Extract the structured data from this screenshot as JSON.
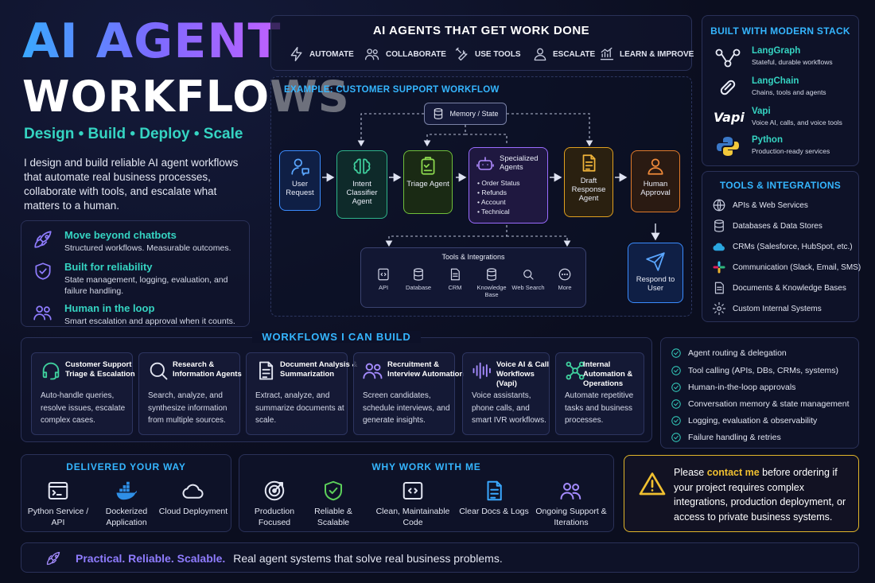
{
  "hero": {
    "title_line1": "AI AGENT",
    "title_line2": "WORKFLOWS",
    "tagline": "Design • Build • Deploy • Scale",
    "description": "I design and build reliable AI agent workflows that automate real business processes, collaborate with tools, and escalate what matters to a human."
  },
  "features": [
    {
      "title": "Move beyond chatbots",
      "desc": "Structured workflows. Measurable outcomes.",
      "icon": "rocket-icon"
    },
    {
      "title": "Built for reliability",
      "desc": "State management, logging, evaluation, and failure handling.",
      "icon": "shield-check-icon"
    },
    {
      "title": "Human in the loop",
      "desc": "Smart escalation and approval when it counts.",
      "icon": "users-icon"
    }
  ],
  "top_banner": {
    "title": "AI AGENTS THAT GET WORK DONE",
    "items": [
      {
        "label": "AUTOMATE",
        "icon": "lightning-icon"
      },
      {
        "label": "COLLABORATE",
        "icon": "users-icon"
      },
      {
        "label": "USE TOOLS",
        "icon": "tools-icon"
      },
      {
        "label": "ESCALATE",
        "icon": "person-icon"
      },
      {
        "label": "LEARN & IMPROVE",
        "icon": "trend-icon"
      }
    ]
  },
  "workflow": {
    "title": "EXAMPLE: CUSTOMER SUPPORT WORKFLOW",
    "memory": "Memory / State",
    "nodes": {
      "user_request": "User Request",
      "intent": "Intent Classifier Agent",
      "triage": "Triage Agent",
      "specialized_title": "Specialized Agents",
      "specialized_items": [
        "• Order Status",
        "• Refunds",
        "• Account",
        "• Technical"
      ],
      "draft": "Draft Response Agent",
      "human": "Human Approval",
      "respond": "Respond to User"
    },
    "tools_title": "Tools & Integrations",
    "tools": [
      "API",
      "Database",
      "CRM",
      "Knowledge Base",
      "Web Search",
      "More"
    ]
  },
  "stack": {
    "title": "BUILT WITH MODERN STACK",
    "items": [
      {
        "name": "LangGraph",
        "desc": "Stateful, durable workflows"
      },
      {
        "name": "LangChain",
        "desc": "Chains, tools and agents"
      },
      {
        "name": "Vapi",
        "desc": "Voice AI, calls, and voice tools",
        "logo_text": "Vapi"
      },
      {
        "name": "Python",
        "desc": "Production-ready services"
      }
    ]
  },
  "tools_integrations": {
    "title": "TOOLS & INTEGRATIONS",
    "items": [
      "APIs & Web Services",
      "Databases & Data Stores",
      "CRMs (Salesforce, HubSpot, etc.)",
      "Communication (Slack, Email, SMS)",
      "Documents & Knowledge Bases",
      "Custom Internal Systems"
    ]
  },
  "build": {
    "title": "WORKFLOWS I CAN BUILD",
    "cards": [
      {
        "title": "Customer Support Triage & Escalation",
        "desc": "Auto-handle queries, resolve issues, escalate complex cases."
      },
      {
        "title": "Research & Information Agents",
        "desc": "Search, analyze, and synthesize information from multiple sources."
      },
      {
        "title": "Document Analysis & Summarization",
        "desc": "Extract, analyze, and summarize documents at scale."
      },
      {
        "title": "Recruitment & Interview Automation",
        "desc": "Screen candidates, schedule interviews, and generate insights."
      },
      {
        "title": "Voice AI & Call Workflows (Vapi)",
        "desc": "Voice assistants, phone calls, and smart IVR workflows."
      },
      {
        "title": "Internal Automation & Operations",
        "desc": "Automate repetitive tasks and business processes."
      }
    ]
  },
  "checklist": [
    "Agent routing & delegation",
    "Tool calling (APIs, DBs, CRMs, systems)",
    "Human-in-the-loop approvals",
    "Conversation memory & state management",
    "Logging, evaluation & observability",
    "Failure handling & retries"
  ],
  "delivered": {
    "title": "DELIVERED YOUR WAY",
    "items": [
      "Python Service / API",
      "Dockerized Application",
      "Cloud Deployment"
    ]
  },
  "why": {
    "title": "WHY WORK WITH ME",
    "items": [
      "Production Focused",
      "Reliable & Scalable",
      "Clean, Maintainable Code",
      "Clear Docs & Logs",
      "Ongoing Support & Iterations"
    ]
  },
  "warning": {
    "prefix": "Please ",
    "highlight": "contact me",
    "suffix": " before ordering if your project requires complex integrations, production deployment, or access to private business systems."
  },
  "footer": {
    "highlight": "Practical. Reliable. Scalable.",
    "text": "Real agent systems that solve real business problems."
  },
  "colors": {
    "accent_teal": "#35d4c2",
    "accent_blue": "#35b6ff",
    "accent_purple": "#8f7cff",
    "warning_gold": "#e2b62a"
  }
}
